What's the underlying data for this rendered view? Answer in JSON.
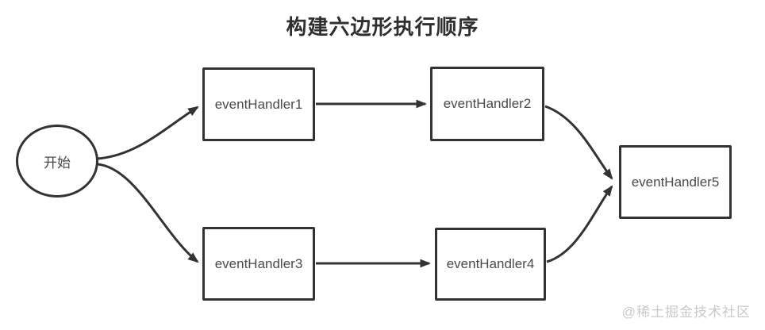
{
  "title": "构建六边形执行顺序",
  "watermark": "@稀土掘金技术社区",
  "flowchart": {
    "start": {
      "label": "开始",
      "shape": "circle"
    },
    "nodes": [
      {
        "id": "eventHandler1",
        "label": "eventHandler1",
        "shape": "rect"
      },
      {
        "id": "eventHandler2",
        "label": "eventHandler2",
        "shape": "rect"
      },
      {
        "id": "eventHandler3",
        "label": "eventHandler3",
        "shape": "rect"
      },
      {
        "id": "eventHandler4",
        "label": "eventHandler4",
        "shape": "rect"
      },
      {
        "id": "eventHandler5",
        "label": "eventHandler5",
        "shape": "rect"
      }
    ],
    "edges": [
      {
        "from": "开始",
        "to": "eventHandler1",
        "style": "curved-arrow"
      },
      {
        "from": "开始",
        "to": "eventHandler3",
        "style": "curved-arrow"
      },
      {
        "from": "eventHandler1",
        "to": "eventHandler2",
        "style": "straight-arrow"
      },
      {
        "from": "eventHandler3",
        "to": "eventHandler4",
        "style": "straight-arrow"
      },
      {
        "from": "eventHandler2",
        "to": "eventHandler5",
        "style": "curved-arrow"
      },
      {
        "from": "eventHandler4",
        "to": "eventHandler5",
        "style": "curved-arrow"
      }
    ]
  },
  "colors": {
    "background": "#ffffff",
    "stroke": "#333333",
    "node_text": "#4a4a4a",
    "title_text": "#2f2f2f",
    "watermark_text": "#c9c9c9"
  }
}
